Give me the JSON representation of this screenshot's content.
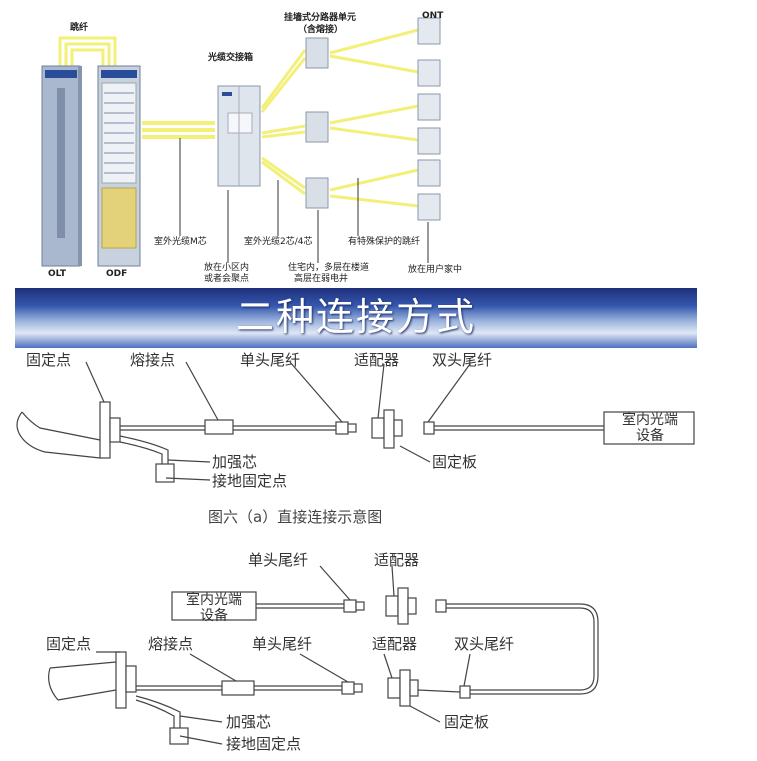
{
  "top": {
    "jumper": "跳纤",
    "splitter_title_1": "挂墙式分路器单元",
    "splitter_title_2": "（含熔接）",
    "ont": "ONT",
    "cross_box": "光缆交接箱",
    "olt": "OLT",
    "odf": "ODF",
    "outdoor_m": "室外光缆M芯",
    "outdoor_24": "室外光缆2芯/4芯",
    "special_jumper": "有特殊保护的跳纤",
    "loc_1a": "放在小区内",
    "loc_1b": "或者会聚点",
    "loc_2a": "住宅内，多层在楼道",
    "loc_2b": "高层在弱电井",
    "loc_3": "放在用户家中"
  },
  "banner": {
    "title": "二种连接方式"
  },
  "diagram_a": {
    "fixed_point": "固定点",
    "splice_point": "熔接点",
    "single_pigtail": "单头尾纤",
    "adapter": "适配器",
    "double_pigtail": "双头尾纤",
    "indoor_equipment_1": "室内光端",
    "indoor_equipment_2": "设备",
    "strength_core": "加强芯",
    "ground_point": "接地固定点",
    "fixing_plate": "固定板",
    "caption": "图六（a）直接连接示意图"
  },
  "diagram_b": {
    "single_pigtail_top": "单头尾纤",
    "adapter_top": "适配器",
    "indoor_equipment_1": "室内光端",
    "indoor_equipment_2": "设备",
    "fixed_point": "固定点",
    "splice_point": "熔接点",
    "single_pigtail": "单头尾纤",
    "adapter": "适配器",
    "double_pigtail": "双头尾纤",
    "strength_core": "加强芯",
    "ground_point": "接地固定点",
    "fixing_plate": "固定板"
  },
  "colors": {
    "fiber": "#f3f07a",
    "cabinet": "#9fb0c8",
    "banner_dark": "#1e2f7a",
    "line": "#444444"
  }
}
